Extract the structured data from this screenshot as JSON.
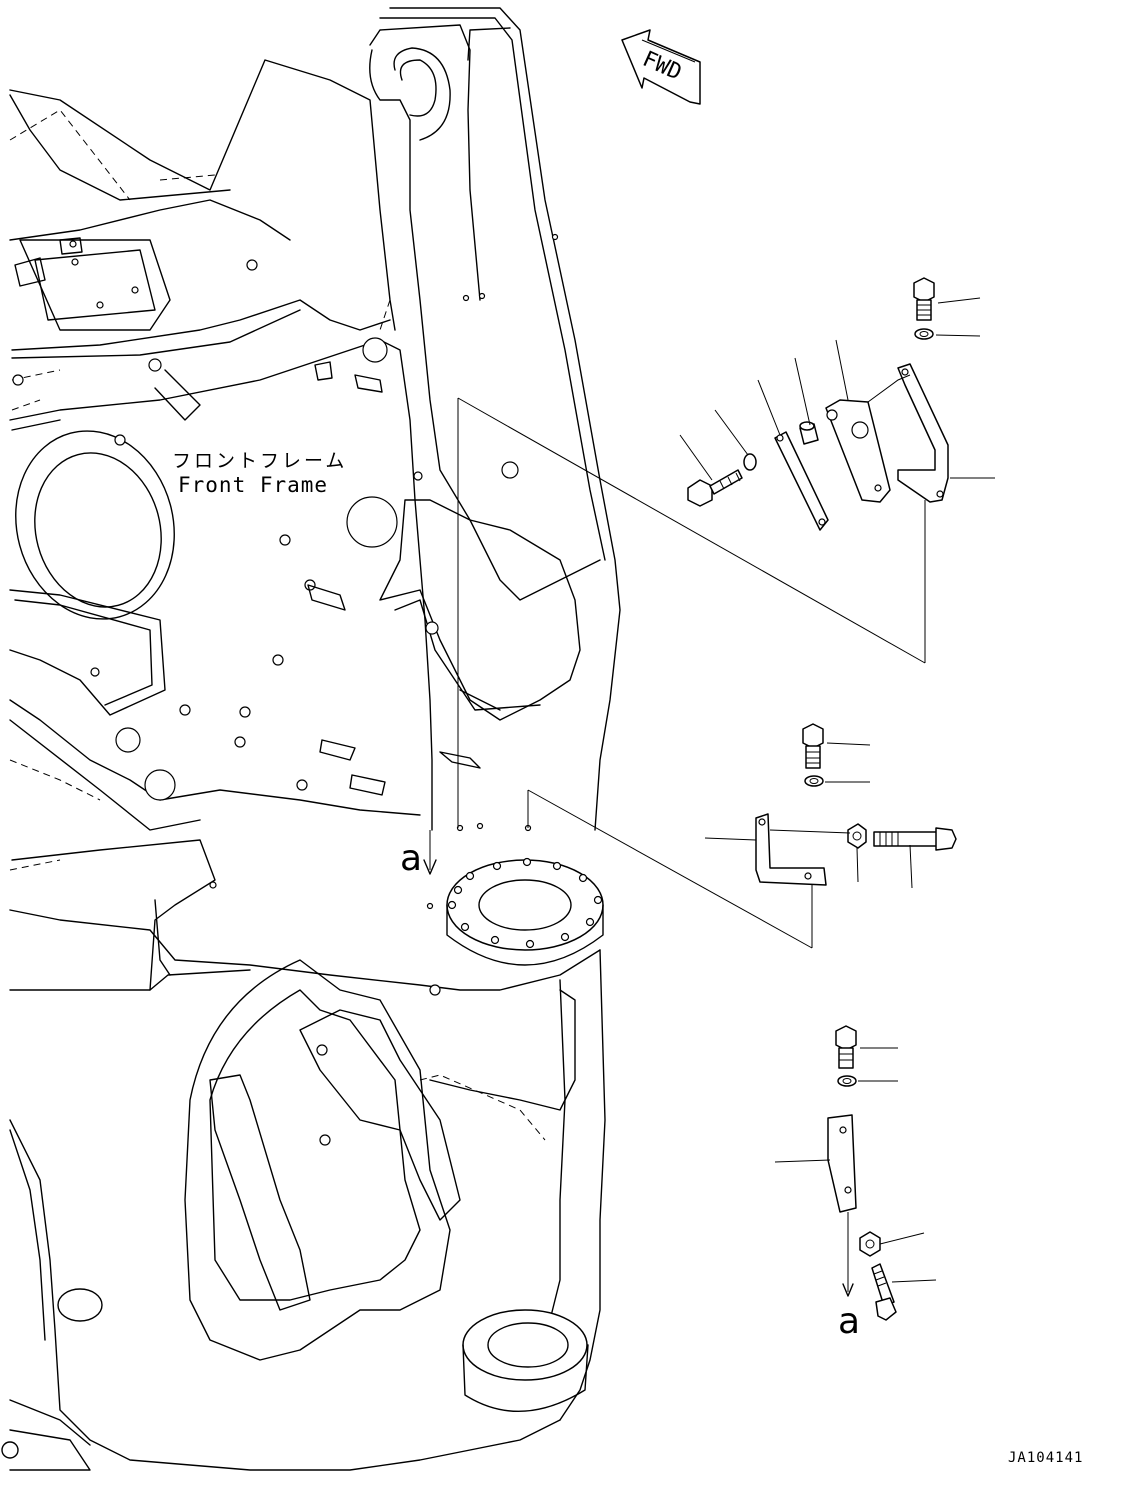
{
  "frame_label": {
    "japanese": "フロントフレーム",
    "english": "Front Frame"
  },
  "direction_arrow": {
    "text": "FWD"
  },
  "view_markers": {
    "upper": "a",
    "lower": "a"
  },
  "drawing_code": "JA104141",
  "colors": {
    "line": "#000000",
    "background": "#ffffff"
  },
  "icons": {
    "fwd": "fwd-arrow-icon",
    "view_arrow": "down-arrow-icon"
  }
}
